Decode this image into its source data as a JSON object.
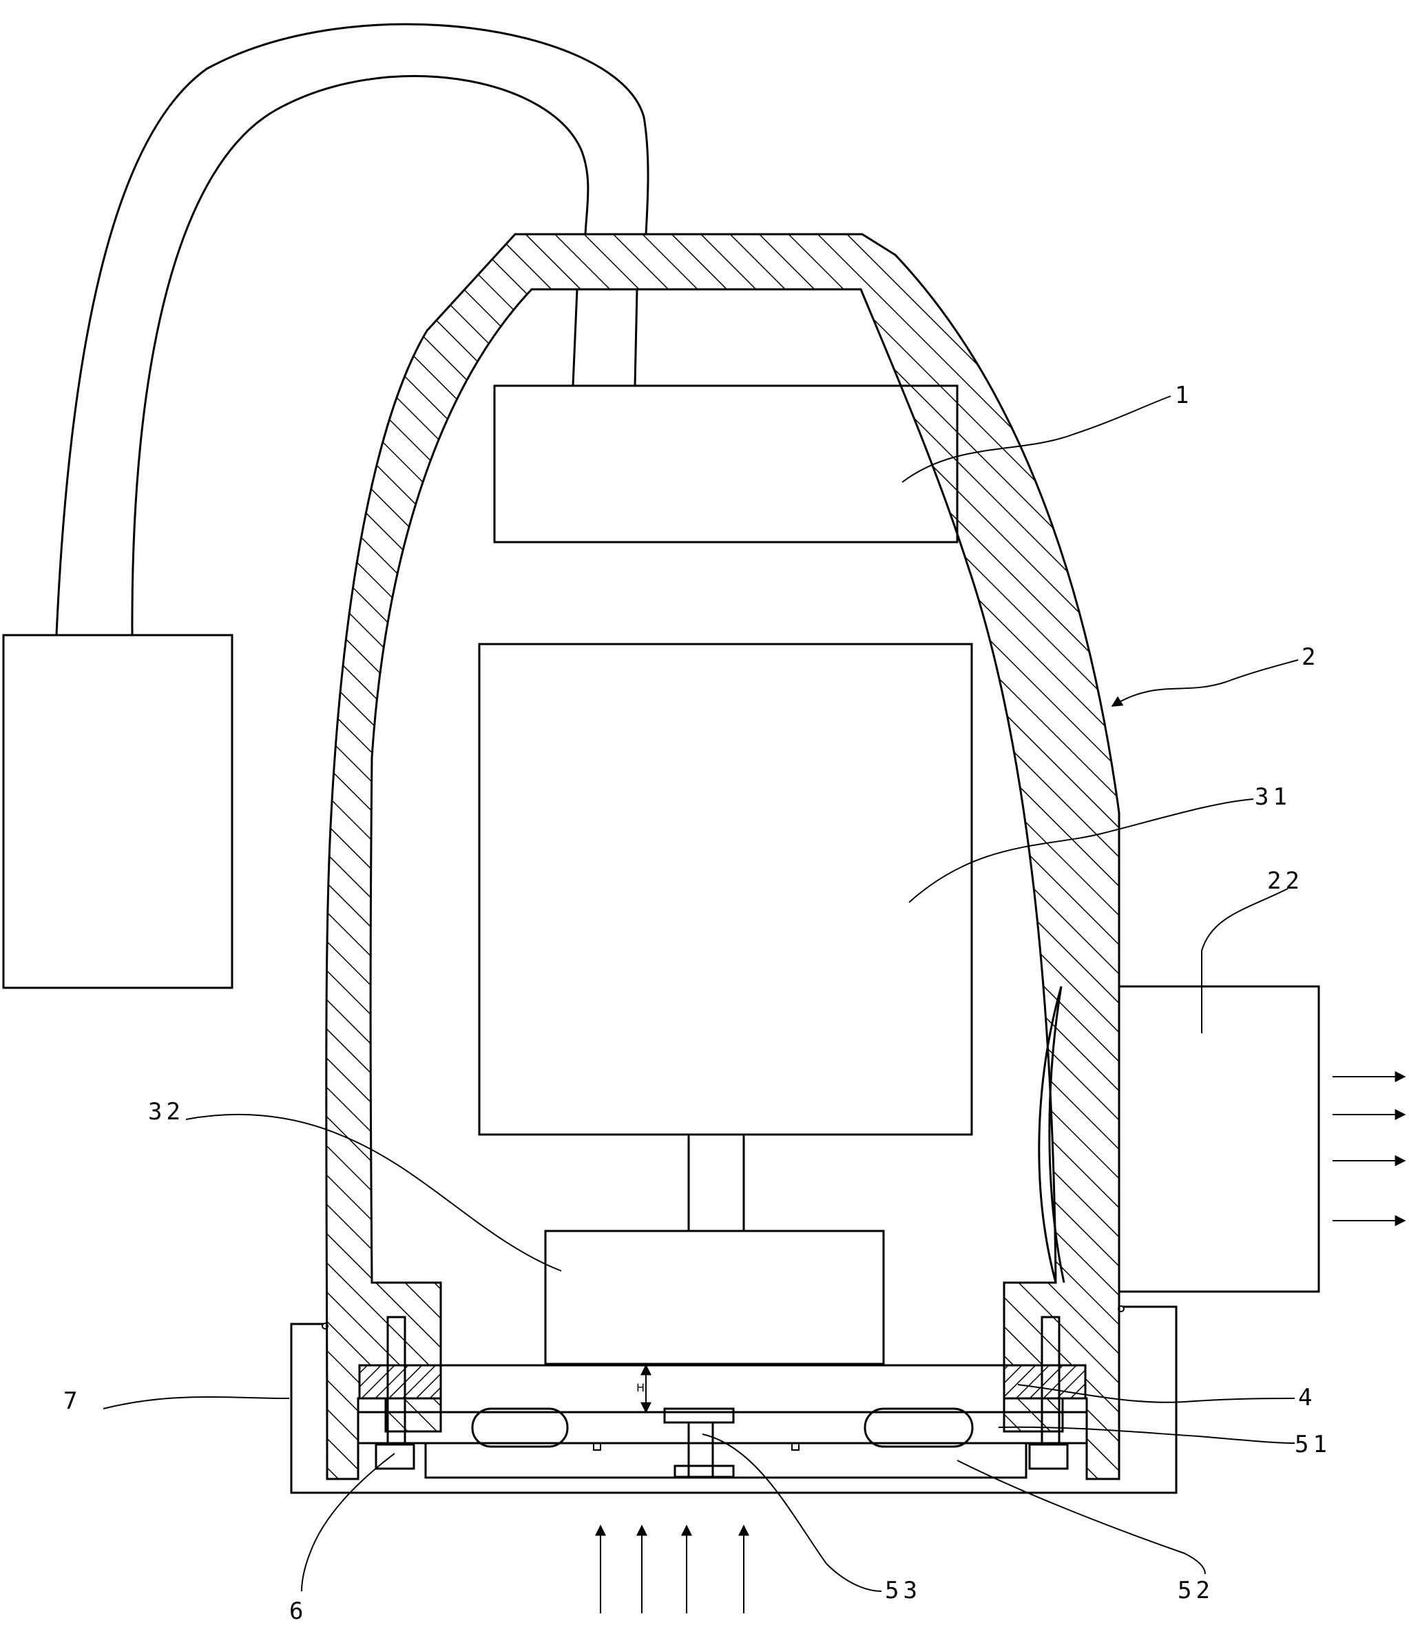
{
  "labels": {
    "l1": "1",
    "l2": "2",
    "l31": "31",
    "l22": "22",
    "l32": "32",
    "l7": "7",
    "l4": "4",
    "l51": "51",
    "l6": "6",
    "l53": "53",
    "l52": "52",
    "gap": "H"
  }
}
